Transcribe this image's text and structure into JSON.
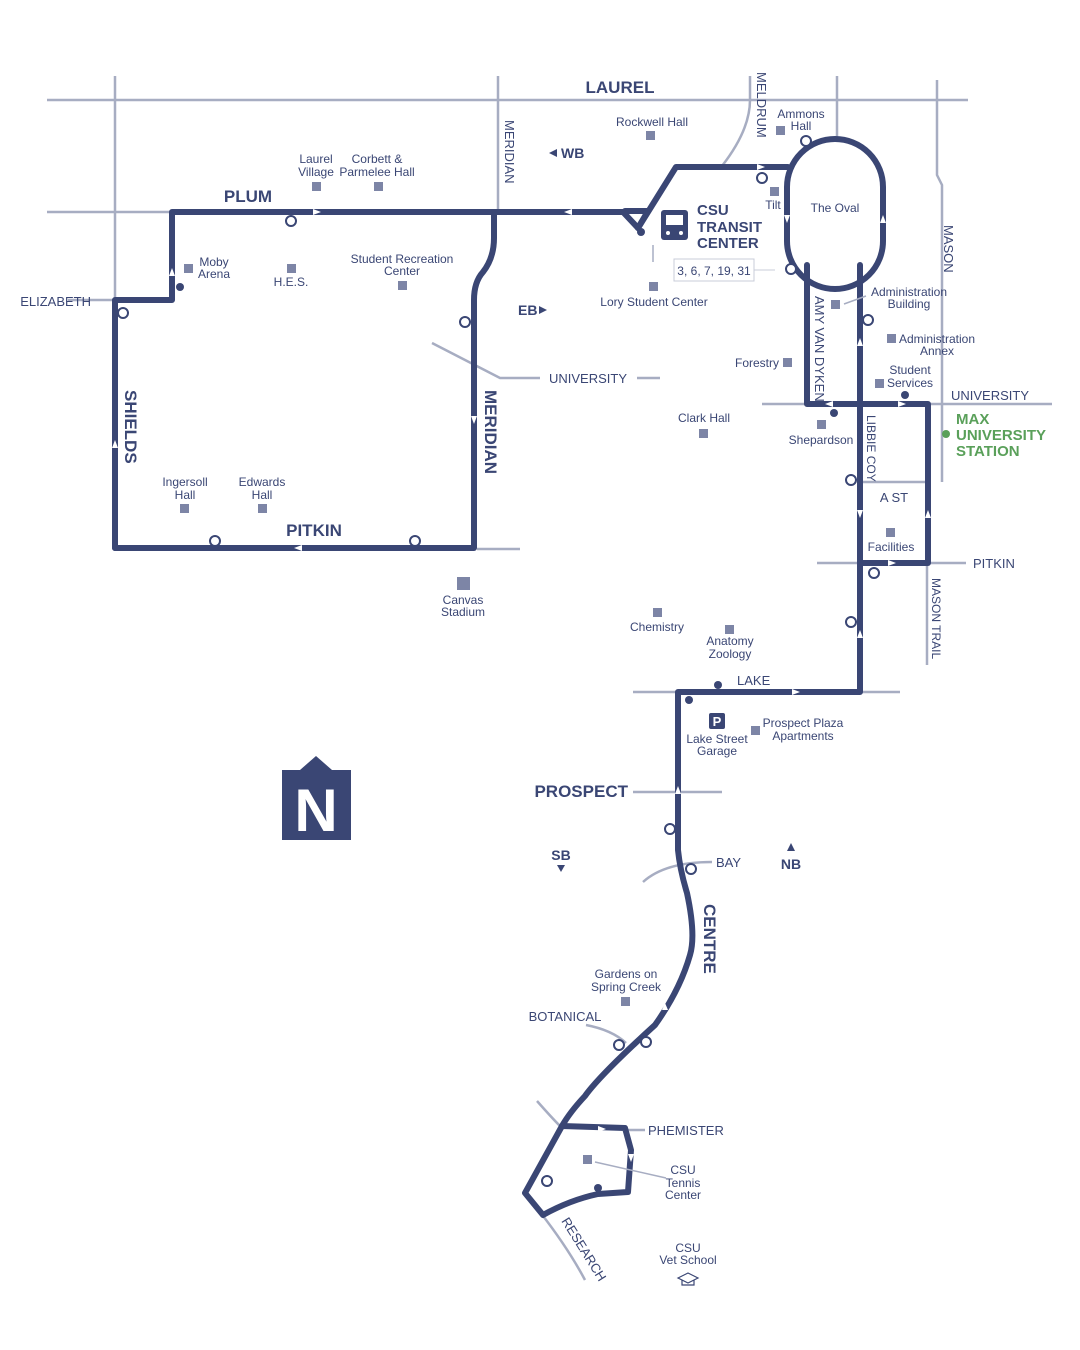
{
  "streets": {
    "laurel": "LAUREL",
    "plum": "PLUM",
    "meridian_top": "MERIDIAN",
    "meridian": "MERIDIAN",
    "meldrum": "MELDRUM",
    "mason": "MASON",
    "elizabeth": "ELIZABETH",
    "shields": "SHIELDS",
    "pitkin_left": "PITKIN",
    "pitkin_right": "PITKIN",
    "university_left": "UNIVERSITY",
    "university_right": "UNIVERSITY",
    "amy_van_dyken": "AMY VAN DYKEN",
    "libbie_coy": "LIBBIE COY",
    "a_st": "A ST",
    "mason_trail": "MASON TRAIL",
    "lake": "LAKE",
    "prospect": "PROSPECT",
    "bay": "BAY",
    "centre": "CENTRE",
    "botanical": "BOTANICAL",
    "phemister": "PHEMISTER",
    "research": "RESEARCH"
  },
  "directions": {
    "wb": "WB",
    "eb": "EB",
    "sb": "SB",
    "nb": "NB"
  },
  "landmarks": {
    "rockwell_hall": "Rockwell Hall",
    "ammons_hall_1": "Ammons",
    "ammons_hall_2": "Hall",
    "laurel_village_1": "Laurel",
    "laurel_village_2": "Village",
    "corbett_1": "Corbett &",
    "corbett_2": "Parmelee Hall",
    "tilt": "Tilt",
    "the_oval": "The Oval",
    "moby_1": "Moby",
    "moby_2": "Arena",
    "hes": "H.E.S.",
    "student_rec_1": "Student Recreation",
    "student_rec_2": "Center",
    "lory": "Lory Student Center",
    "admin_bldg_1": "Administration",
    "admin_bldg_2": "Building",
    "admin_annex_1": "Administration",
    "admin_annex_2": "Annex",
    "forestry": "Forestry",
    "student_services_1": "Student",
    "student_services_2": "Services",
    "clark_hall": "Clark Hall",
    "shepardson": "Shepardson",
    "ingersoll_1": "Ingersoll",
    "ingersoll_2": "Hall",
    "edwards_1": "Edwards",
    "edwards_2": "Hall",
    "facilities": "Facilities",
    "canvas_1": "Canvas",
    "canvas_2": "Stadium",
    "chemistry": "Chemistry",
    "anatomy_1": "Anatomy",
    "anatomy_2": "Zoology",
    "lake_garage_1": "Lake Street",
    "lake_garage_2": "Garage",
    "prospect_plaza_1": "Prospect Plaza",
    "prospect_plaza_2": "Apartments",
    "gardens_1": "Gardens on",
    "gardens_2": "Spring Creek",
    "tennis_1": "CSU",
    "tennis_2": "Tennis",
    "tennis_3": "Center",
    "vet_1": "CSU",
    "vet_2": "Vet School"
  },
  "transit_center": {
    "line1": "CSU",
    "line2": "TRANSIT",
    "line3": "CENTER",
    "routes": "3, 6, 7, 19, 31"
  },
  "max_station": {
    "line1": "MAX",
    "line2": "UNIVERSITY",
    "line3": "STATION"
  },
  "parking_symbol": "P",
  "north_symbol": "N",
  "colors": {
    "route": "#3a4674",
    "street": "#a7adc2",
    "building": "#7d85a6",
    "max": "#5aa05a"
  }
}
